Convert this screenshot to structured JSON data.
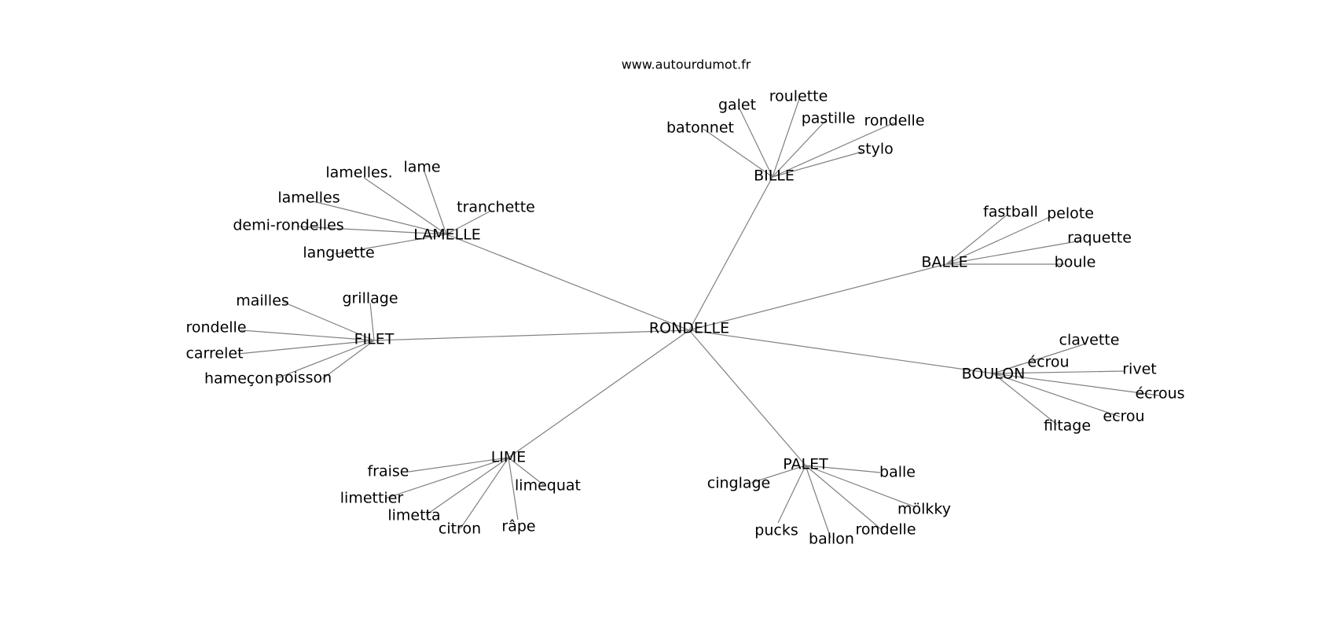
{
  "website": "www.autourdumot.fr",
  "center": "RONDELLE",
  "clusters": [
    {
      "hub": "BILLE",
      "leaves": [
        "galet",
        "roulette",
        "pastille",
        "rondelle",
        "stylo",
        "batonnet"
      ]
    },
    {
      "hub": "LAMELLE",
      "leaves": [
        "lamelles.",
        "lame",
        "tranchette",
        "lamelles",
        "demi-rondelles",
        "languette"
      ]
    },
    {
      "hub": "BALLE",
      "leaves": [
        "fastball",
        "pelote",
        "raquette",
        "boule"
      ]
    },
    {
      "hub": "FILET",
      "leaves": [
        "mailles",
        "grillage",
        "rondelle",
        "carrelet",
        "hameçon",
        "poisson"
      ]
    },
    {
      "hub": "BOULON",
      "leaves": [
        "clavette",
        "écrou",
        "rivet",
        "écrous",
        "ecrou",
        "filtage"
      ]
    },
    {
      "hub": "LIME",
      "leaves": [
        "fraise",
        "limettier",
        "limetta",
        "citron",
        "râpe",
        "limequat"
      ]
    },
    {
      "hub": "PALET",
      "leaves": [
        "balle",
        "cinglage",
        "mölkky",
        "pucks",
        "ballon",
        "rondelle"
      ]
    }
  ]
}
